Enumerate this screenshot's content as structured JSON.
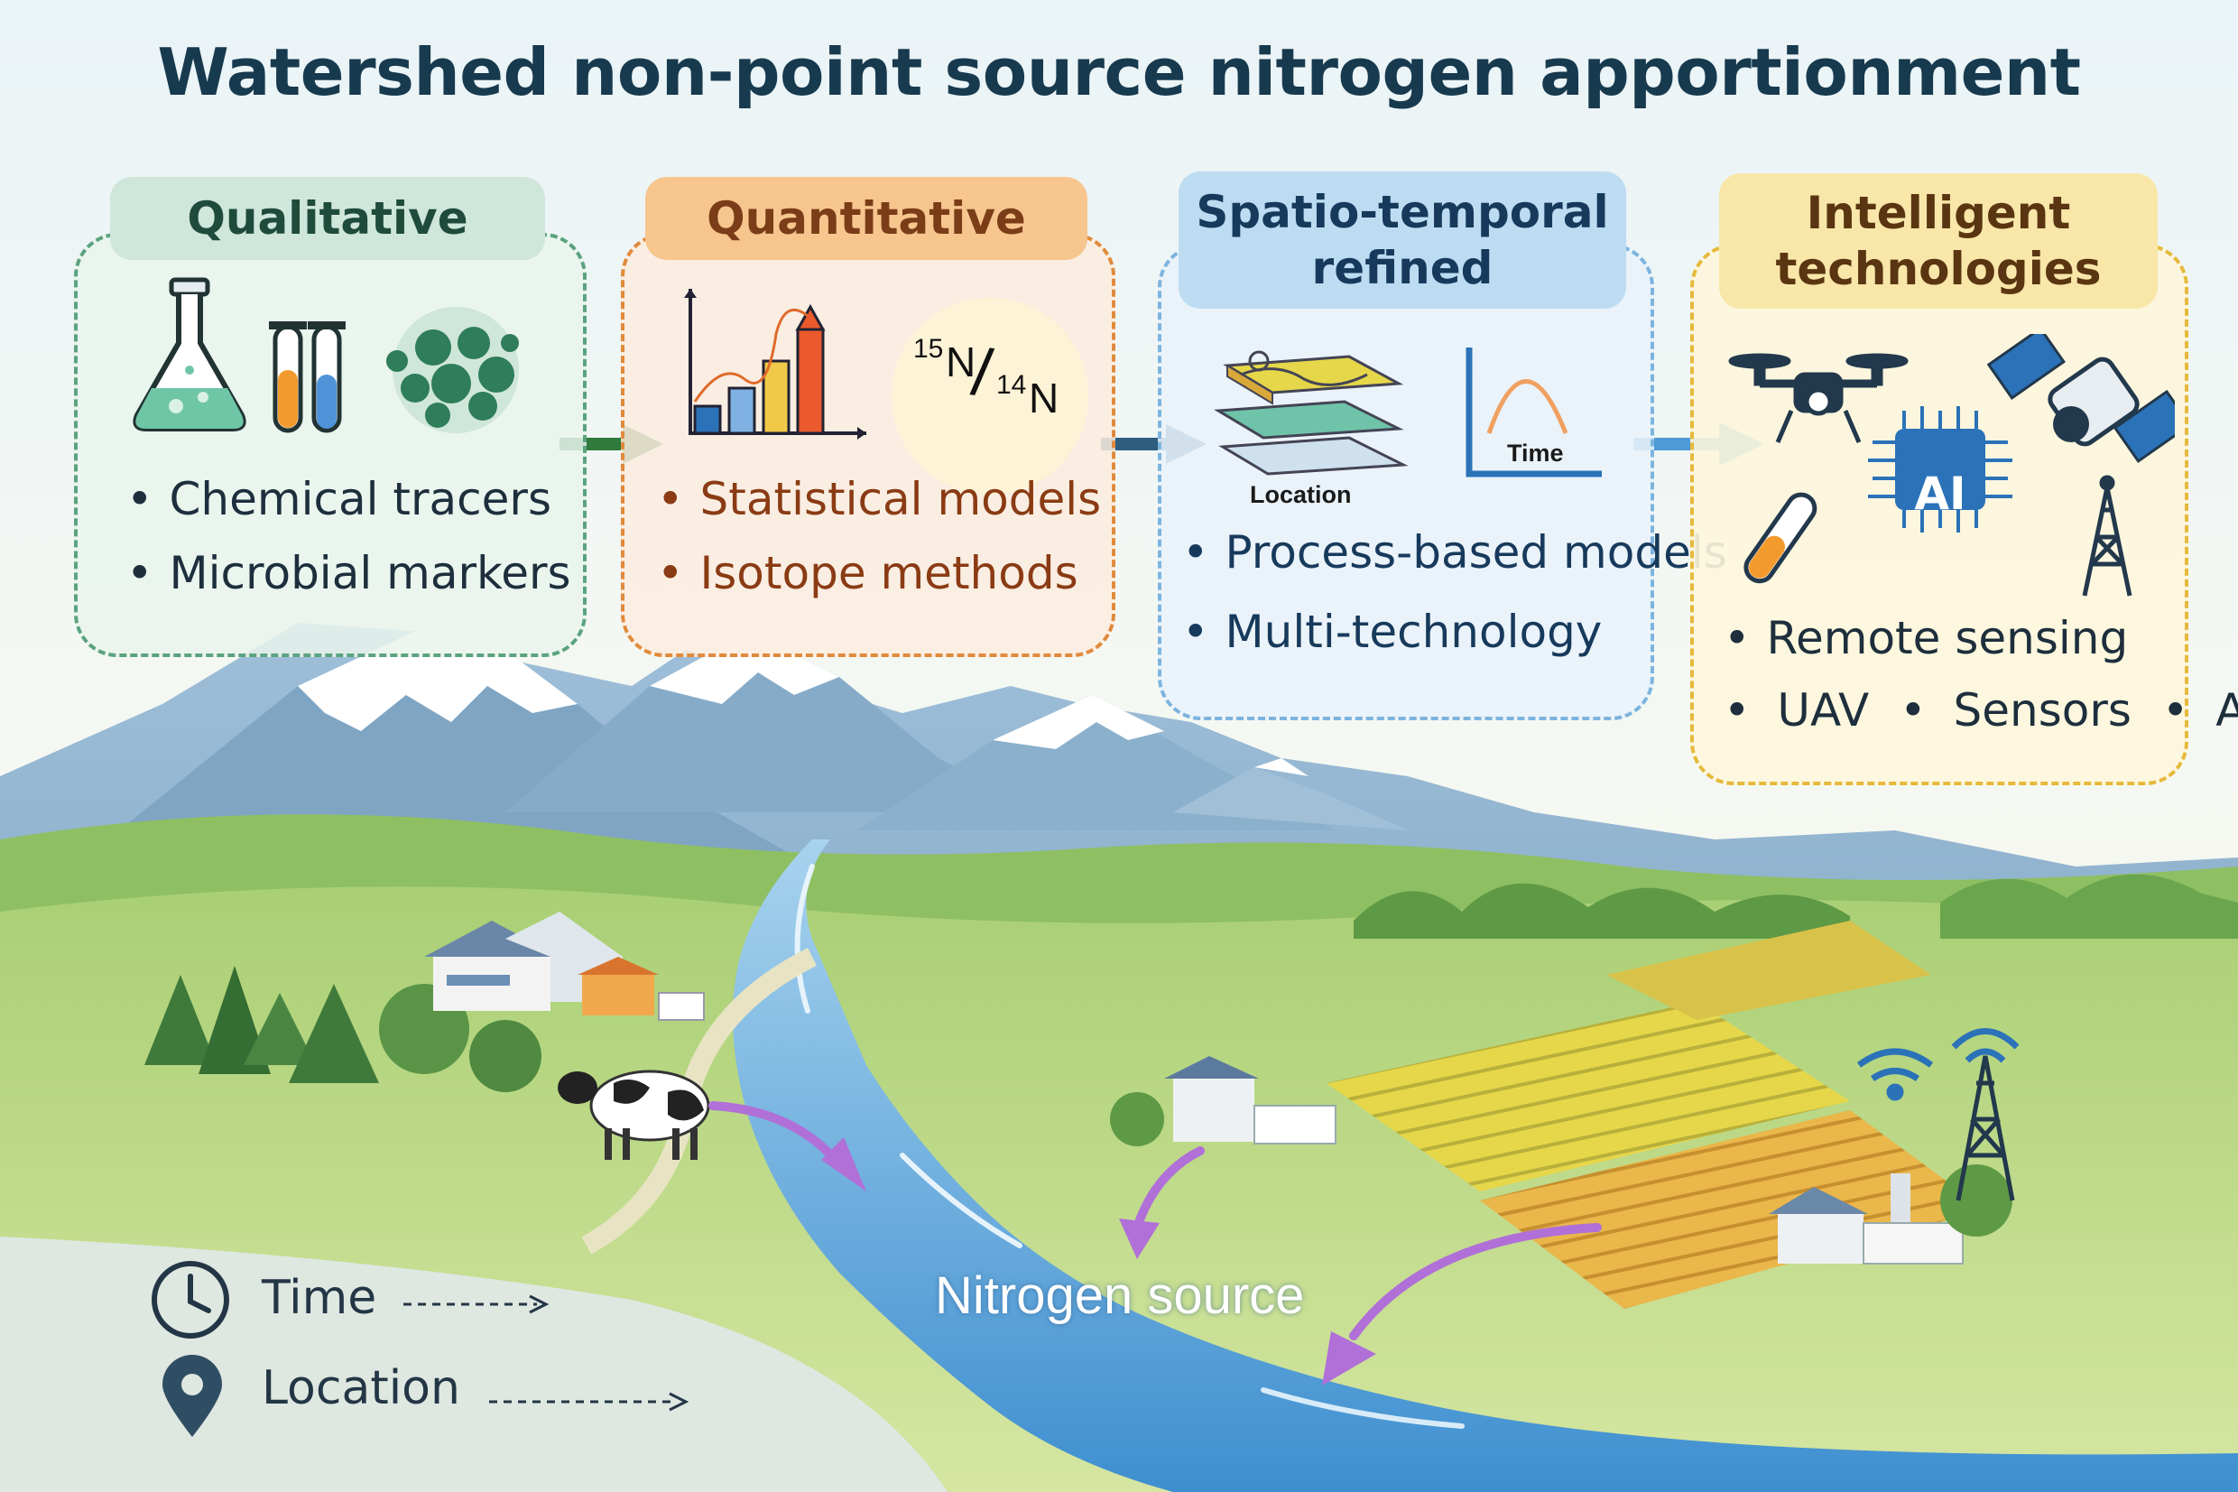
{
  "title": "Watershed non-point source nitrogen apportionment",
  "cards": [
    {
      "heading": "Qualitative",
      "bullets": [
        "Chemical tracers",
        "Microbial markers"
      ]
    },
    {
      "heading": "Quantitative",
      "bullets": [
        "Statistical models",
        "Isotope methods"
      ]
    },
    {
      "heading": "Spatio-temporal\nrefined",
      "bullets": [
        "Process-based models",
        "Multi-technology"
      ]
    },
    {
      "heading": "Intelligent\ntechnologies",
      "bullets": [
        "Remote sensing"
      ],
      "inline_items": [
        "UAV",
        "Sensors",
        "AI"
      ]
    }
  ],
  "isotope": {
    "n15_mass": "15",
    "n14_mass": "14",
    "element": "N"
  },
  "spatio_icons": {
    "location_label": "Location",
    "time_label": "Time"
  },
  "ai_chip_label": "AI",
  "legend": {
    "time": "Time",
    "location": "Location"
  },
  "river_label": "Nitrogen source",
  "colors": {
    "qualitative": "#2e8b6a",
    "quantitative": "#e08a3c",
    "spatio": "#4d9ad6",
    "intelligent": "#e6b93c",
    "flow_arrow": "#b070d8",
    "title": "#173a4f"
  }
}
